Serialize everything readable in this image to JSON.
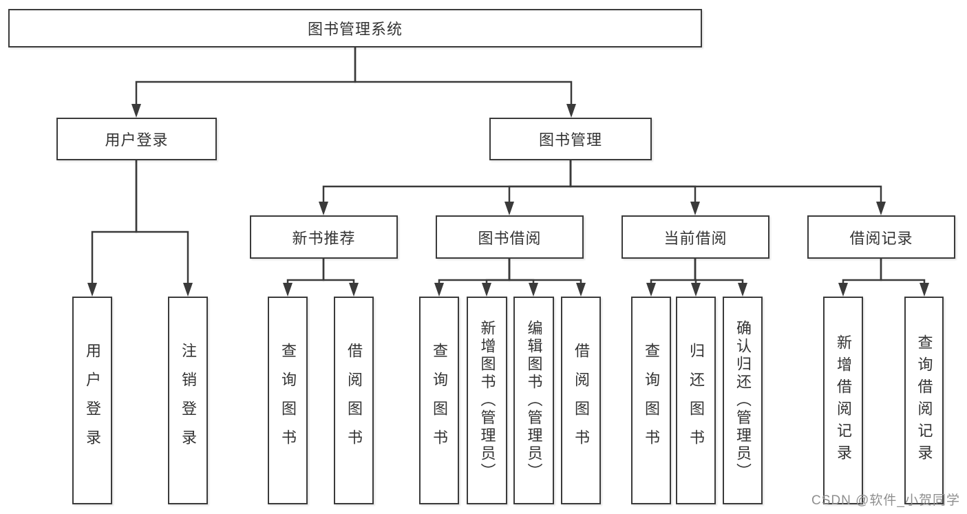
{
  "tree": {
    "root": {
      "label": "图书管理系统",
      "children": [
        {
          "label": "用户登录",
          "children": [
            {
              "label": "用户登录"
            },
            {
              "label": "注销登录"
            }
          ]
        },
        {
          "label": "图书管理",
          "children": [
            {
              "label": "新书推荐",
              "children": [
                {
                  "label": "查询图书"
                },
                {
                  "label": "借阅图书"
                }
              ]
            },
            {
              "label": "图书借阅",
              "children": [
                {
                  "label": "查询图书"
                },
                {
                  "label": "新增图书（管理员）"
                },
                {
                  "label": "编辑图书（管理员）"
                },
                {
                  "label": "借阅图书"
                }
              ]
            },
            {
              "label": "当前借阅",
              "children": [
                {
                  "label": "查询图书"
                },
                {
                  "label": "归还图书"
                },
                {
                  "label": "确认归还（管理员）"
                }
              ]
            },
            {
              "label": "借阅记录",
              "children": [
                {
                  "label": "新增借阅记录"
                },
                {
                  "label": "查询借阅记录"
                }
              ]
            }
          ]
        }
      ]
    }
  },
  "watermark": {
    "text": "CSDN @软件_小贺同学"
  },
  "colors": {
    "line": "#3a3a3a",
    "box_fill": "#ffffff",
    "text": "#333333",
    "watermark": "#8f8f8f"
  }
}
